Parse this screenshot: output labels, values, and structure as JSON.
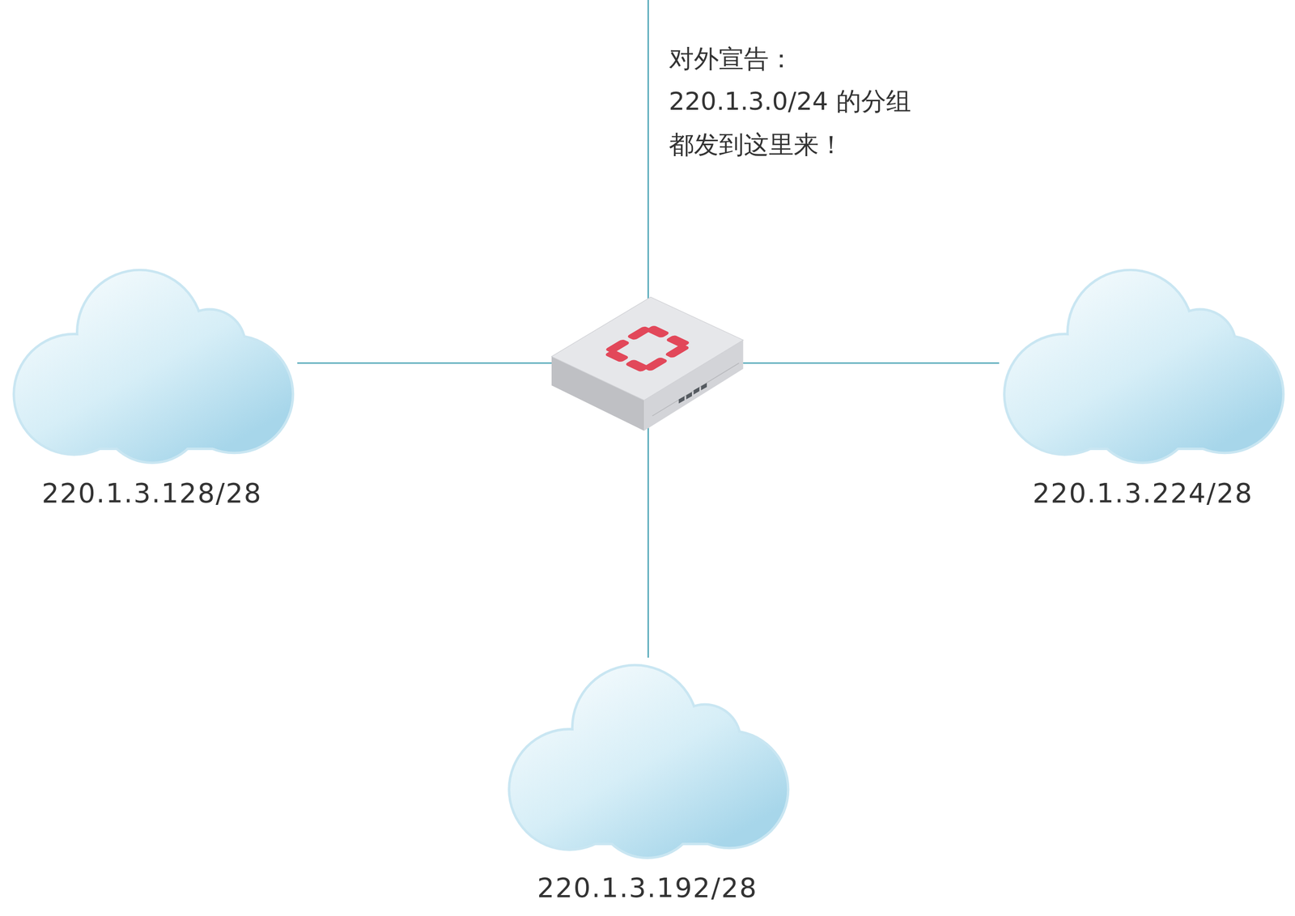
{
  "diagram": {
    "nodes": [
      {
        "text": [
          "220.1.3.128/28"
        ]
      },
      {
        "text": [
          "220.1.3.224/28"
        ]
      },
      {
        "text": [
          "220.1.3.192/28"
        ]
      }
    ],
    "labels": [
      "对外宣告：",
      "220.1.3.0/24 的分组",
      "都发到这里来！"
    ]
  }
}
